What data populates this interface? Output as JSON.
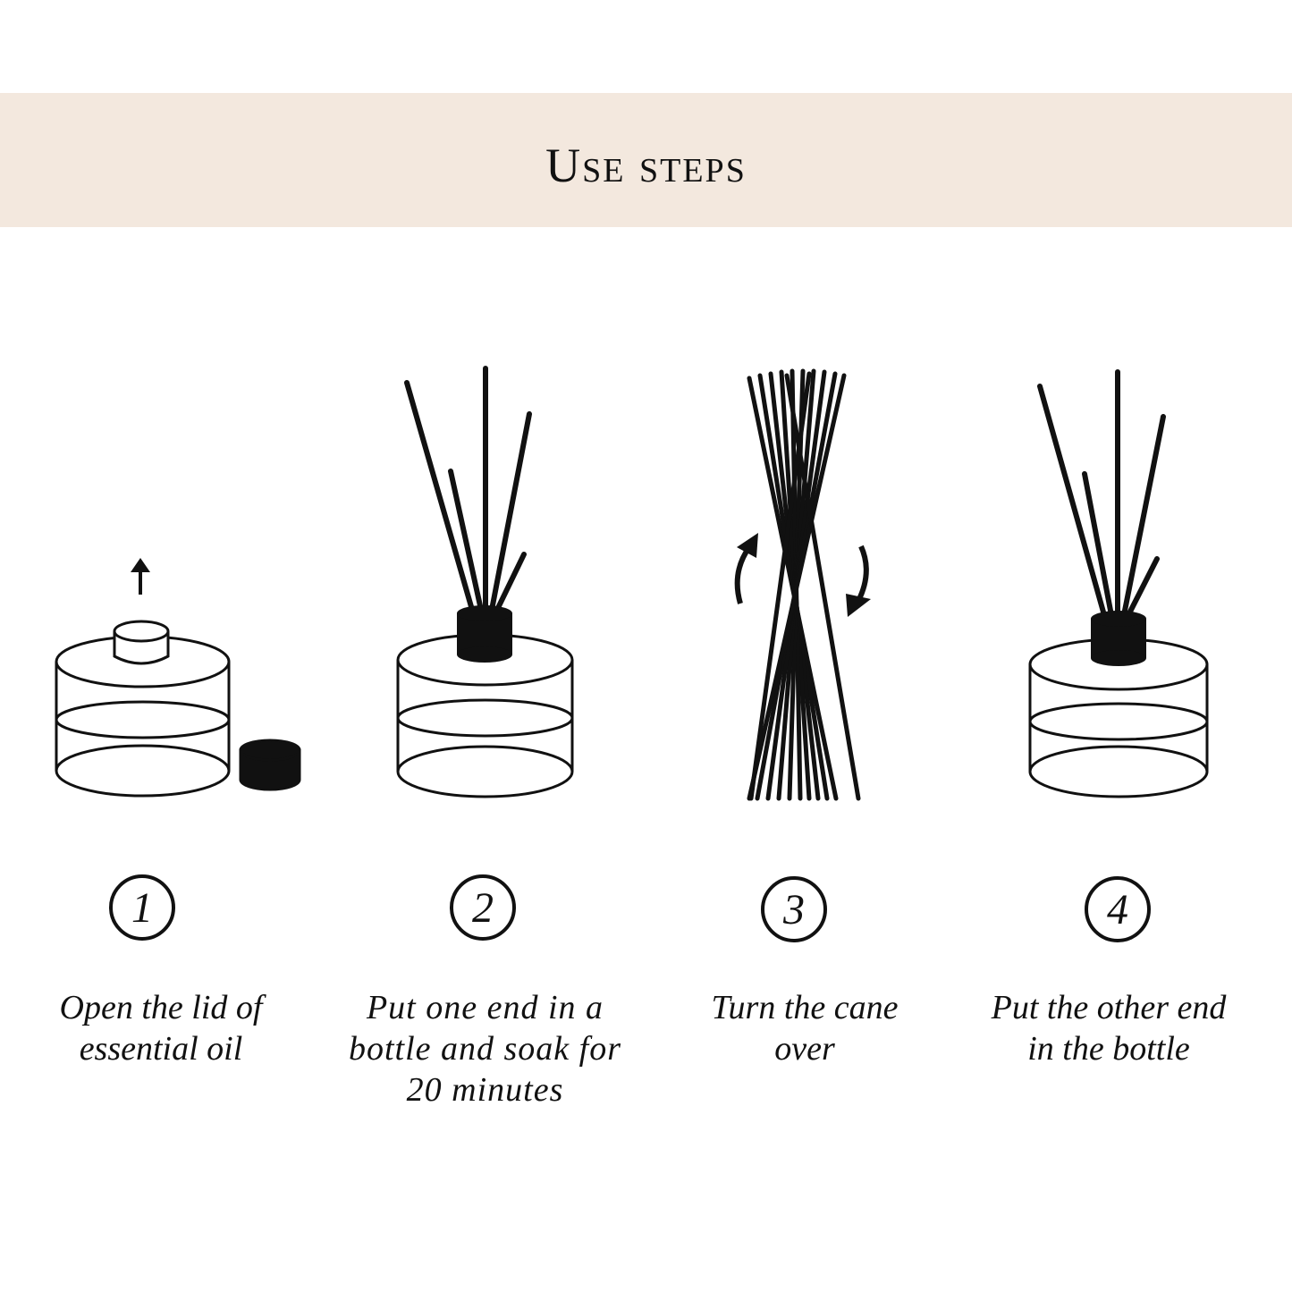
{
  "header": {
    "title": "Use steps"
  },
  "steps": [
    {
      "number": "1",
      "caption_lines": [
        "Open the lid of",
        "essential oil"
      ]
    },
    {
      "number": "2",
      "caption_lines": [
        "Put one end in a",
        "bottle and soak for",
        "20 minutes"
      ]
    },
    {
      "number": "3",
      "caption_lines": [
        "Turn the cane",
        "over"
      ]
    },
    {
      "number": "4",
      "caption_lines": [
        "Put the other end",
        "in the bottle"
      ]
    }
  ],
  "colors": {
    "banner": "#f3e8de",
    "ink": "#111111"
  }
}
